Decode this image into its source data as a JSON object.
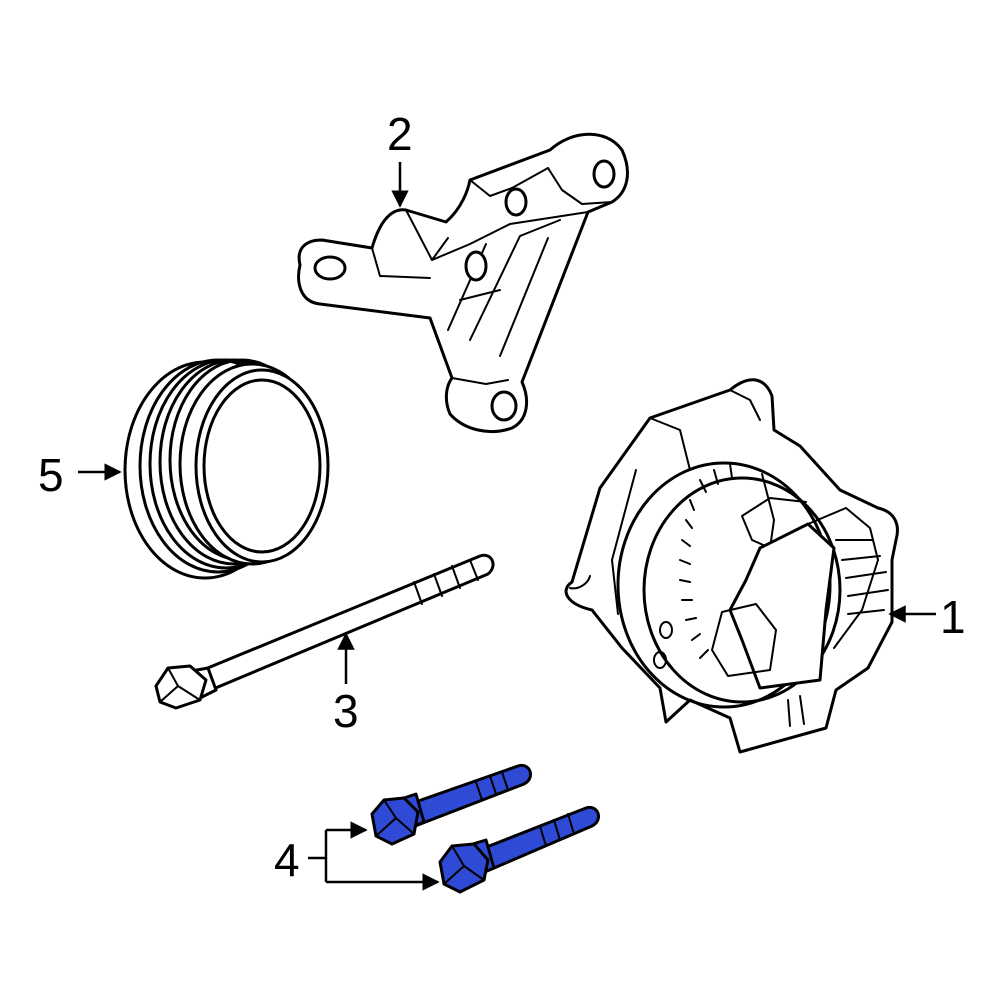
{
  "callouts": {
    "part1": "1",
    "part2": "2",
    "part3": "3",
    "part4": "4",
    "part5": "5"
  },
  "parts": [
    {
      "callout": "1",
      "icon": "alternator-icon"
    },
    {
      "callout": "2",
      "icon": "mounting-bracket-icon"
    },
    {
      "callout": "3",
      "icon": "long-bolt-icon"
    },
    {
      "callout": "4",
      "icon": "short-bolt-icon",
      "highlighted": true
    },
    {
      "callout": "5",
      "icon": "pulley-icon"
    }
  ],
  "colors": {
    "line": "#000000",
    "background": "#ffffff",
    "highlight": "#2f4bd6"
  }
}
